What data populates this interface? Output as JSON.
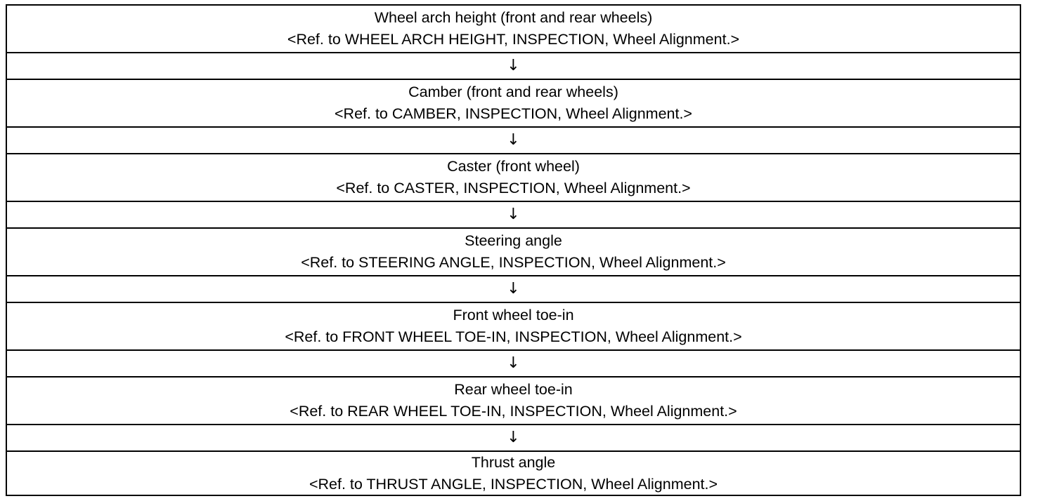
{
  "procedure": {
    "arrow_glyph": "↓",
    "steps": [
      {
        "title": "Wheel arch height (front and rear wheels)",
        "ref": "<Ref. to WHEEL ARCH HEIGHT, INSPECTION, Wheel Alignment.>"
      },
      {
        "title": "Camber (front and rear wheels)",
        "ref": "<Ref. to CAMBER, INSPECTION, Wheel Alignment.>"
      },
      {
        "title": "Caster (front wheel)",
        "ref": "<Ref. to CASTER, INSPECTION, Wheel Alignment.>"
      },
      {
        "title": "Steering angle",
        "ref": "<Ref. to STEERING ANGLE, INSPECTION, Wheel Alignment.>"
      },
      {
        "title": "Front wheel toe-in",
        "ref": "<Ref. to FRONT WHEEL TOE-IN, INSPECTION, Wheel Alignment.>"
      },
      {
        "title": "Rear wheel toe-in",
        "ref": "<Ref. to REAR WHEEL TOE-IN, INSPECTION, Wheel Alignment.>"
      },
      {
        "title": "Thrust angle",
        "ref": "<Ref. to THRUST ANGLE, INSPECTION, Wheel Alignment.>"
      }
    ]
  }
}
